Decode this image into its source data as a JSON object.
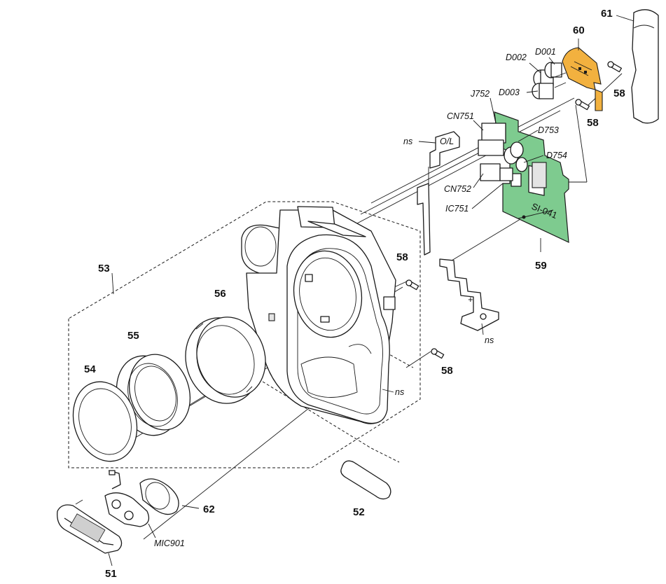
{
  "colors": {
    "pcb_green": "#7ecb8f",
    "flex_orange": "#f2b13f"
  },
  "board_marking": "SI-041",
  "part_numbers": {
    "p51": "51",
    "p52": "52",
    "p53": "53",
    "p54": "54",
    "p55": "55",
    "p56": "56",
    "p58_a": "58",
    "p58_b": "58",
    "p58_c": "58",
    "p58_d": "58",
    "p59": "59",
    "p60": "60",
    "p61": "61",
    "p62": "62"
  },
  "reference_labels": {
    "d001": "D001",
    "d002": "D002",
    "d003": "D003",
    "j752": "J752",
    "cn751": "CN751",
    "d753": "D753",
    "d754": "D754",
    "cn752": "CN752",
    "ic751": "IC751",
    "mic901": "MIC901"
  },
  "not_supplied": {
    "ns_top": "ns",
    "ns_bracket": "ns",
    "ns_frame": "ns"
  }
}
